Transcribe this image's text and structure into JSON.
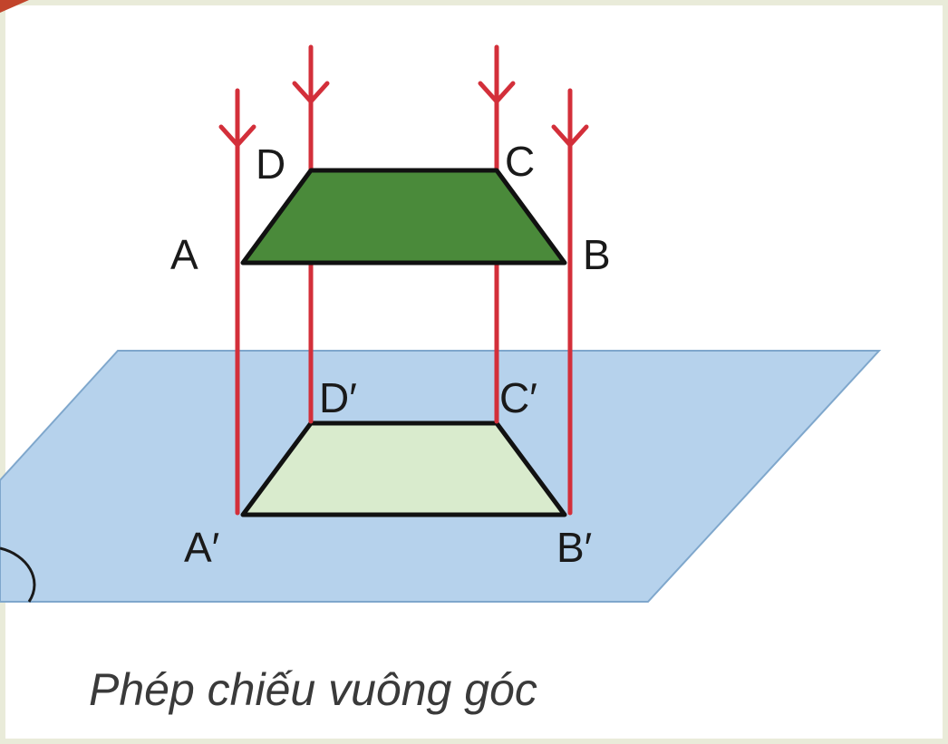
{
  "diagram": {
    "caption": "Phép chiếu vuông góc",
    "points": {
      "A": "A",
      "B": "B",
      "C": "C",
      "D": "D",
      "A_prime": "A′",
      "B_prime": "B′",
      "C_prime": "C′",
      "D_prime": "D′"
    },
    "colors": {
      "background": "#ffffff",
      "plane": "#b6d2ec",
      "top_shape": "#4a8a3a",
      "projected_shape": "#d9ebcd",
      "projection_rays": "#d32f3a",
      "edges": "#111111"
    }
  }
}
